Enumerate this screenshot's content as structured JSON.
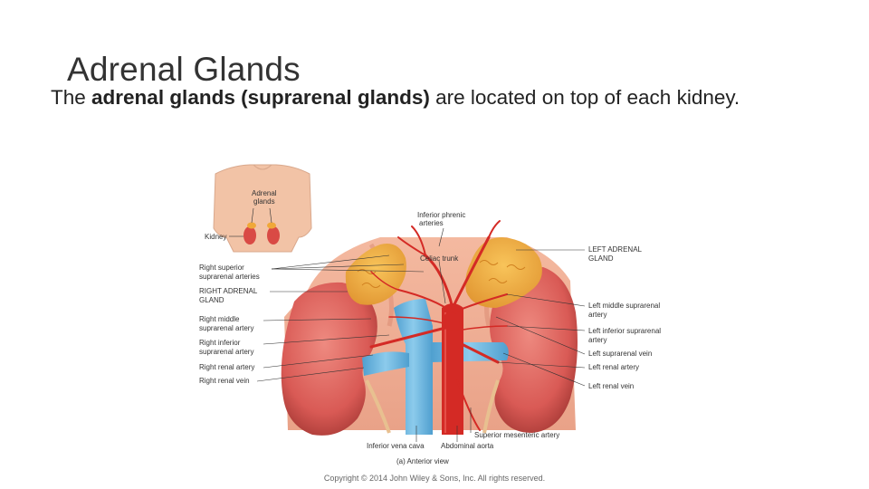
{
  "slide": {
    "title": "Adrenal Glands",
    "subtitle_prefix": "The ",
    "subtitle_bold": "adrenal glands (suprarenal glands)",
    "subtitle_suffix": " are located on top of each kidney."
  },
  "inset": {
    "label_adrenal_line1": "Adrenal",
    "label_adrenal_line2": "glands",
    "label_kidney": "Kidney"
  },
  "labels": {
    "inferior_phrenic_1": "Inferior phrenic",
    "inferior_phrenic_2": "arteries",
    "celiac_trunk": "Celiac trunk",
    "left_adrenal_1": "LEFT ADRENAL",
    "left_adrenal_2": "GLAND",
    "right_superior_1": "Right superior",
    "right_superior_2": "suprarenal arteries",
    "right_adrenal_1": "RIGHT ADRENAL",
    "right_adrenal_2": "GLAND",
    "right_middle_1": "Right middle",
    "right_middle_2": "suprarenal artery",
    "right_inferior_1": "Right inferior",
    "right_inferior_2": "suprarenal artery",
    "right_renal_artery": "Right renal artery",
    "right_renal_vein": "Right renal vein",
    "left_middle_1": "Left middle suprarenal",
    "left_middle_2": "artery",
    "left_inferior_1": "Left inferior suprarenal",
    "left_inferior_2": "artery",
    "left_suprarenal_vein": "Left suprarenal vein",
    "left_renal_artery": "Left renal artery",
    "left_renal_vein": "Left renal vein",
    "superior_mesenteric": "Superior mesenteric artery",
    "inferior_vena_cava": "Inferior vena cava",
    "abdominal_aorta": "Abdominal aorta"
  },
  "caption": "(a) Anterior view",
  "copyright": "Copyright © 2014 John Wiley & Sons, Inc. All rights reserved.",
  "colors": {
    "kidney": "#d95a55",
    "kidney_dark": "#b83e3c",
    "adrenal": "#f0a838",
    "artery": "#d42a25",
    "vein": "#6fb5dc",
    "skin": "#f2c3a6"
  }
}
